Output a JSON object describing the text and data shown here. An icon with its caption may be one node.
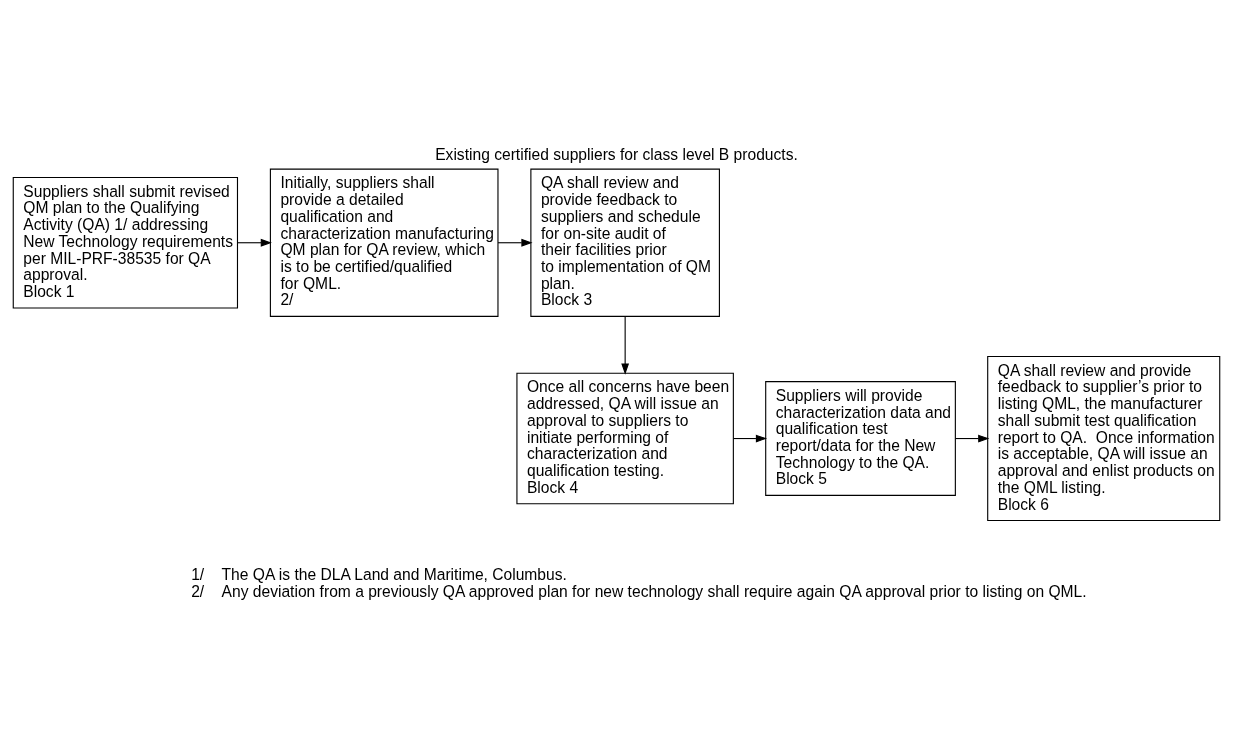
{
  "diagram": {
    "title": "Existing certified suppliers for class level B products.",
    "nodes": [
      {
        "text": [
          "Suppliers shall submit revised QM plan to the Qualifying Activity (QA) 1/ addressing New Technology requirements per MIL-PRF-38535 for QA approval.",
          "Block 1"
        ]
      },
      {
        "text": [
          "Initially, suppliers shall provide a detailed qualification and characterization manufacturing QM plan for QA review, which is to be certified/qualified for QML.",
          "2/"
        ]
      },
      {
        "text": [
          "QA shall review and provide feedback to suppliers and schedule for on-site audit of their facilities prior to implementation of QM plan.",
          "Block 3"
        ]
      },
      {
        "text": [
          "Once all concerns have been addressed, QA will issue an approval to suppliers to initiate performing of characterization and qualification testing.",
          "Block 4"
        ]
      },
      {
        "text": [
          "Suppliers will provide characterization data and qualification test report/data for the New Technology to the QA.",
          "Block 5"
        ]
      },
      {
        "text": [
          "QA shall review and provide feedback to supplier’s prior to listing QML, the manufacturer shall submit test qualification report to QA.  Once information is acceptable, QA will issue an approval and enlist products on the QML listing.",
          "Block 6"
        ]
      }
    ],
    "edges": [
      {
        "from": 0,
        "to": 1,
        "arrow": "to"
      },
      {
        "from": 1,
        "to": 2,
        "arrow": "to"
      },
      {
        "from": 2,
        "to": 3,
        "arrow": "to"
      },
      {
        "from": 3,
        "to": 4,
        "arrow": "to"
      },
      {
        "from": 4,
        "to": 5,
        "arrow": "to"
      }
    ],
    "labels": [
      "1/",
      "The QA is the DLA Land and Maritime, Columbus.",
      "2/",
      "Any deviation from a previously QA approved plan for new technology shall require again QA approval prior to listing on QML."
    ]
  }
}
